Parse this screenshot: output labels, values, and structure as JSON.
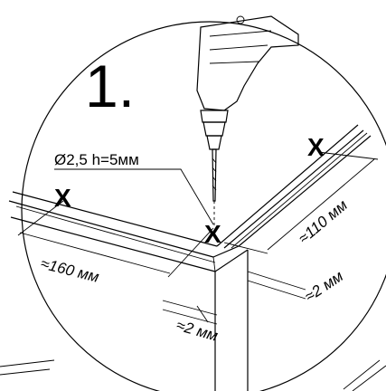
{
  "instruction": {
    "step_number": "1.",
    "drill_spec": "Ø2,5  h=5мм"
  },
  "marks": [
    "X",
    "X",
    "X"
  ],
  "dimensions": {
    "left_offset": "≈160 мм",
    "right_offset": "≈110 мм",
    "edge_offset_right": "≈2 мм",
    "edge_offset_bottom": "≈2 мм"
  }
}
